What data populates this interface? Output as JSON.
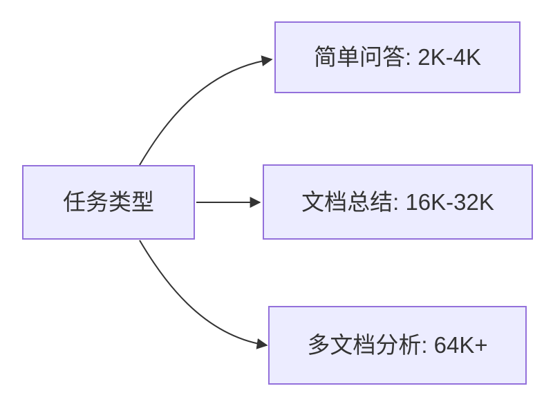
{
  "diagram": {
    "type": "flowchart-lr",
    "root": {
      "id": "task-type",
      "label": "任务类型"
    },
    "branches": [
      {
        "id": "simple-qa",
        "label": "简单问答: 2K-4K"
      },
      {
        "id": "doc-summary",
        "label": "文档总结: 16K-32K"
      },
      {
        "id": "multi-doc-analysis",
        "label": "多文档分析: 64K+"
      }
    ],
    "colors": {
      "node_fill": "#ECECFF",
      "node_border": "#9370DB",
      "edge": "#333333",
      "text": "#333333",
      "background": "#FFFFFF"
    }
  }
}
